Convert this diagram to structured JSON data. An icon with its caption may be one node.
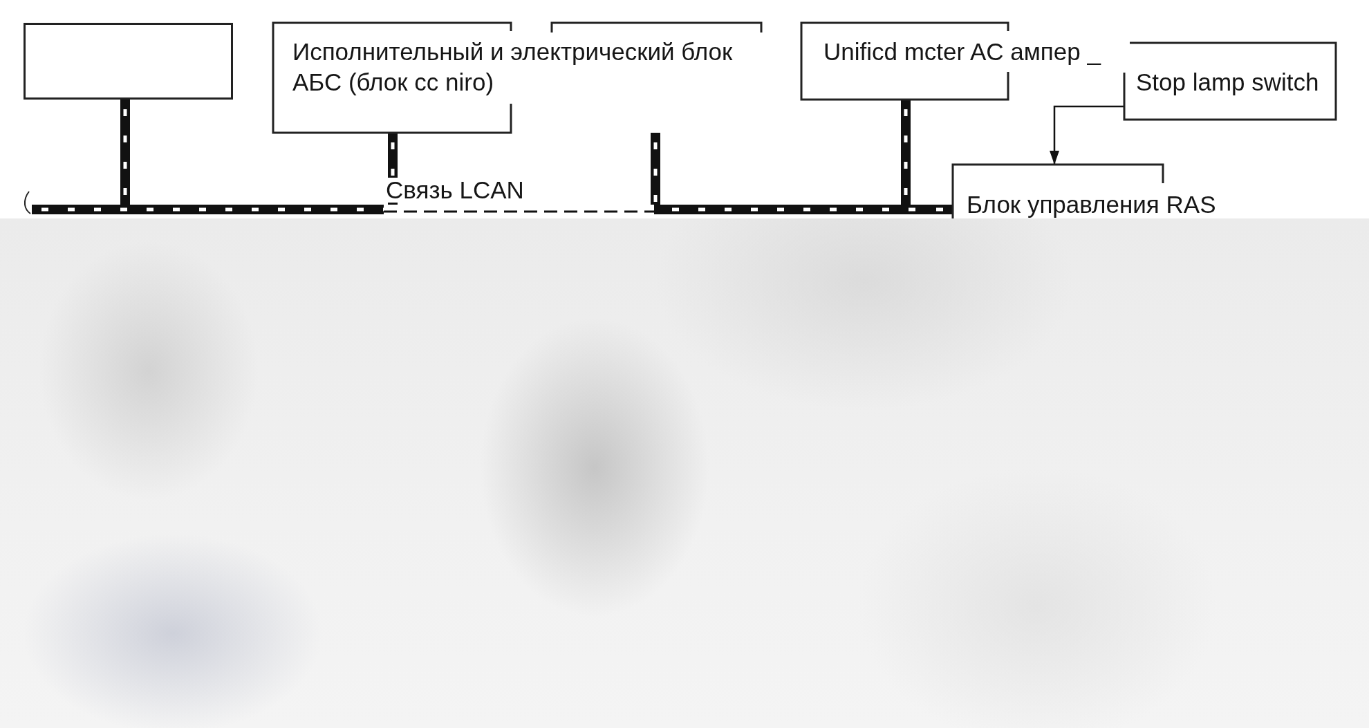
{
  "diagram": {
    "nodes": [
      {
        "text": [],
        "shape": "box"
      },
      {
        "text": [
          "Исполнительный и электрический блок АБС (блок cc niro)"
        ]
      },
      {
        "text": [
          "Unificd mcter AC ампер _"
        ]
      },
      {
        "text": [
          "Stop lamp switch"
        ]
      },
      {
        "text": [
          "Блок управления RAS"
        ]
      },
      {
        "text": [],
        "shape": "bar"
      }
    ],
    "edges": [
      {
        "from": 0,
        "to": 5,
        "arrow": "none",
        "style": "thick"
      },
      {
        "from": 1,
        "to": 5,
        "arrow": "none",
        "style": "thick",
        "label": "Связь LCAN"
      },
      {
        "from": 1,
        "to": 5,
        "arrow": "none",
        "style": "thick"
      },
      {
        "from": 2,
        "to": 5,
        "arrow": "none",
        "style": "thick"
      },
      {
        "from": 3,
        "to": 4,
        "arrow": "to"
      },
      {
        "from": 5,
        "to": 4,
        "arrow": "none",
        "style": "thick"
      }
    ]
  }
}
